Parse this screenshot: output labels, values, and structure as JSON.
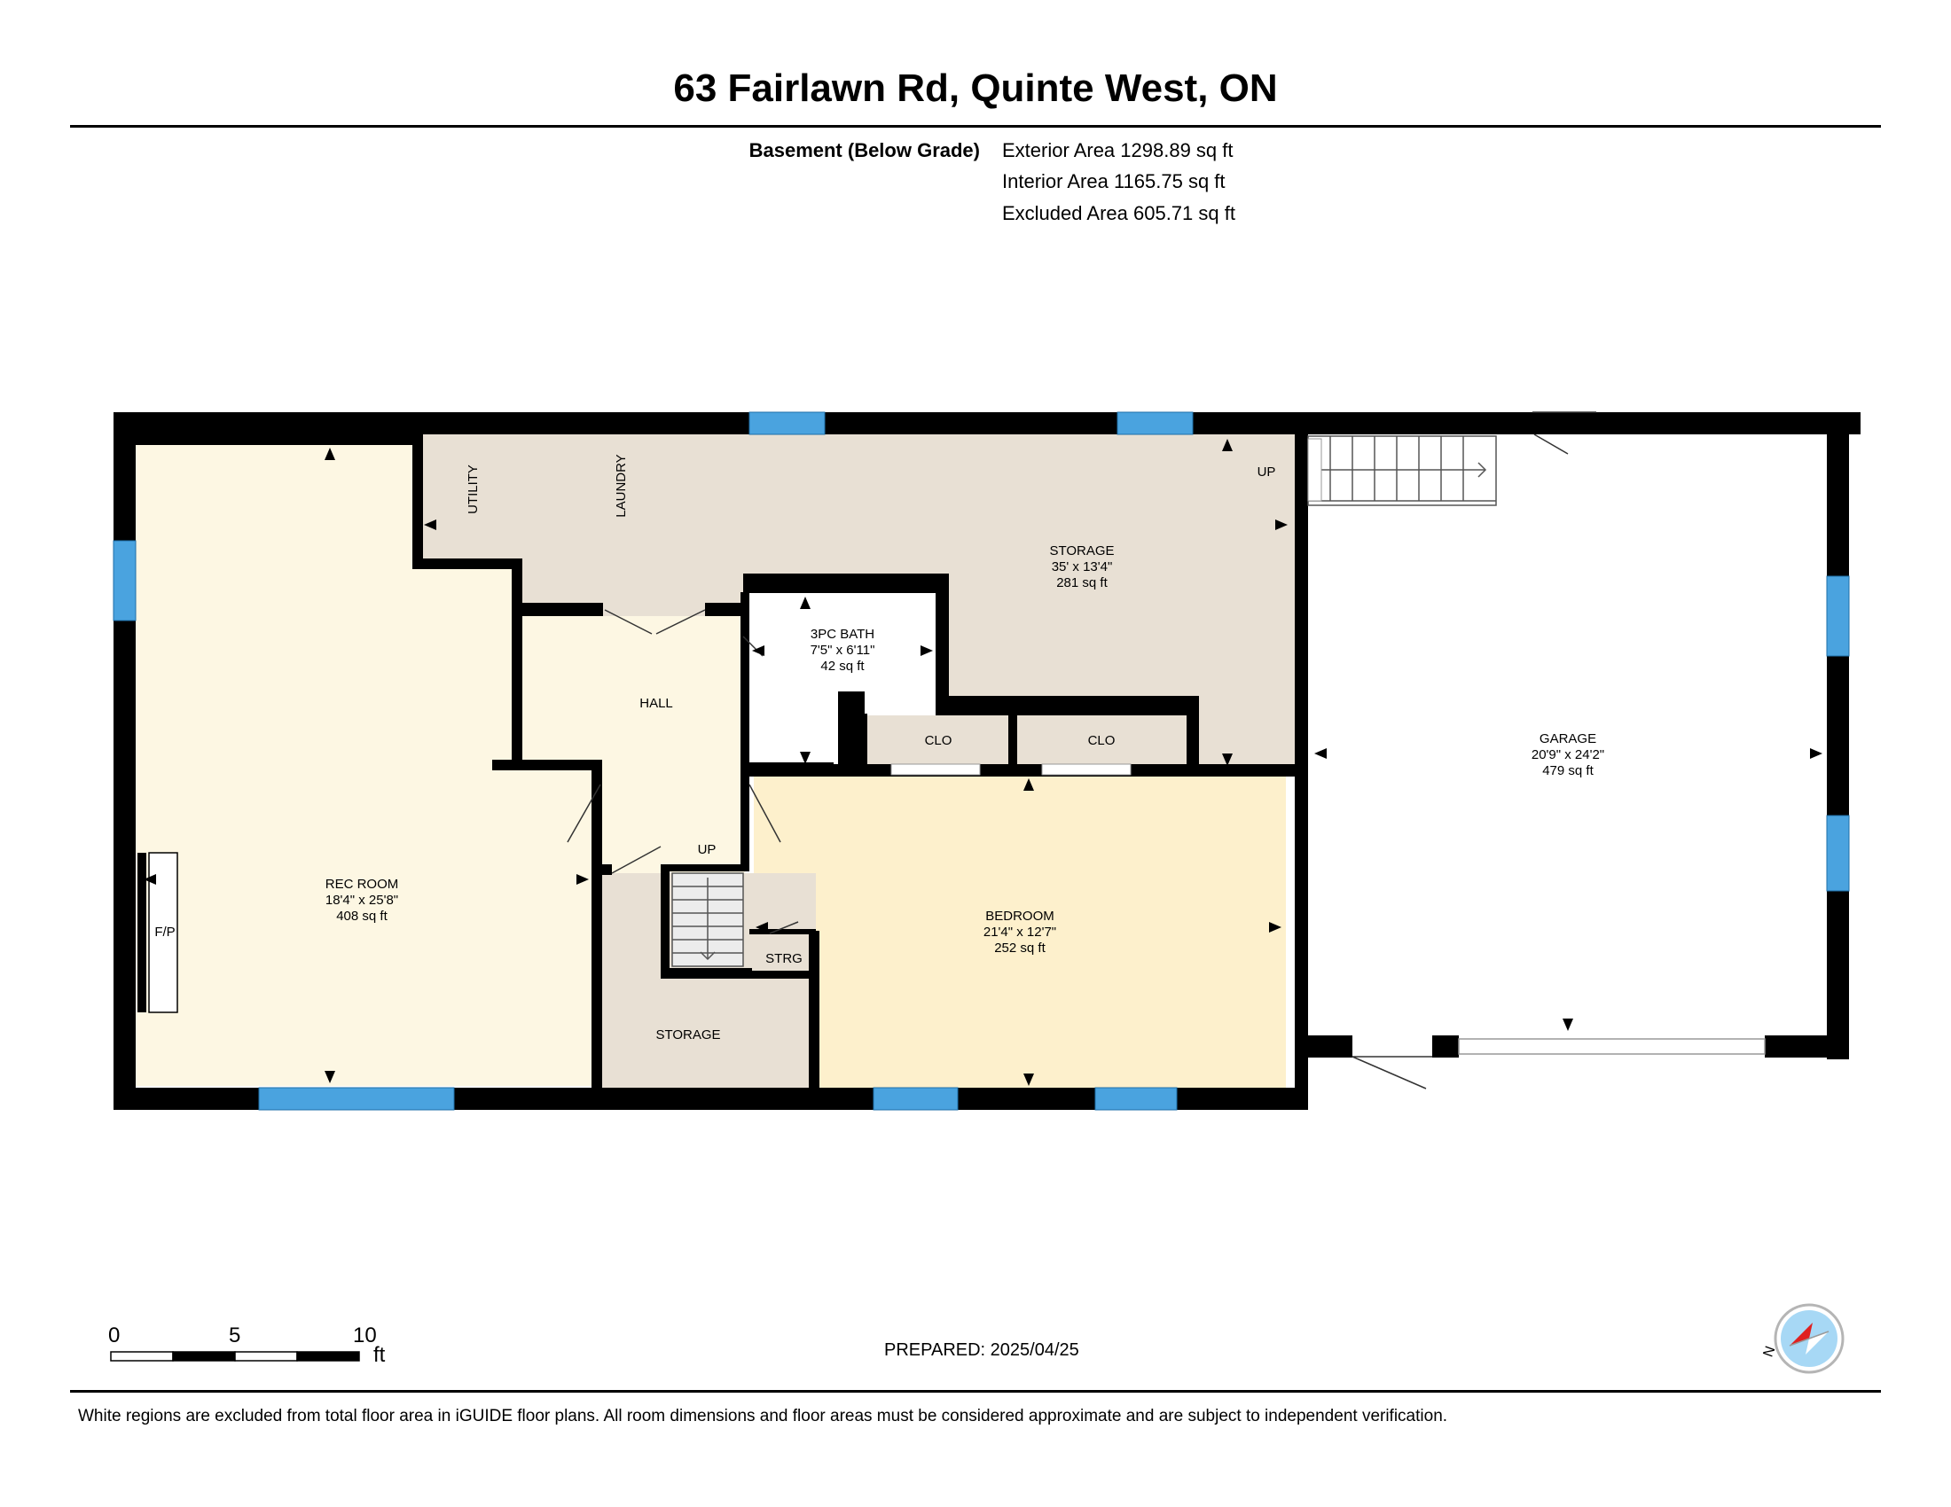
{
  "title": "63 Fairlawn Rd, Quinte West, ON",
  "level": {
    "name": "Basement (Below Grade)",
    "exterior_area": "Exterior Area 1298.89 sq ft",
    "interior_area": "Interior Area 1165.75 sq ft",
    "excluded_area": "Excluded Area 605.71 sq ft"
  },
  "rooms": {
    "rec_room": {
      "name": "REC ROOM",
      "dims": "18'4\" x 25'8\"",
      "area": "408 sq ft"
    },
    "storage_main": {
      "name": "STORAGE",
      "dims": "35' x 13'4\"",
      "area": "281 sq ft"
    },
    "bath": {
      "name": "3PC BATH",
      "dims": "7'5\" x 6'11\"",
      "area": "42 sq ft"
    },
    "hall": {
      "name": "HALL"
    },
    "clo_1": {
      "name": "CLO"
    },
    "clo_2": {
      "name": "CLO"
    },
    "bedroom": {
      "name": "BEDROOM",
      "dims": "21'4\" x 12'7\"",
      "area": "252 sq ft"
    },
    "garage": {
      "name": "GARAGE",
      "dims": "20'9\" x 24'2\"",
      "area": "479 sq ft"
    },
    "storage_small": {
      "name": "STORAGE"
    },
    "strg": {
      "name": "STRG"
    },
    "utility": {
      "name": "UTILITY"
    },
    "laundry": {
      "name": "LAUNDRY"
    },
    "fireplace": {
      "name": "F/P"
    },
    "stairs_up_1": {
      "name": "UP"
    },
    "stairs_up_2": {
      "name": "UP"
    }
  },
  "scale": {
    "zero": "0",
    "five": "5",
    "ten": "10",
    "unit": "ft"
  },
  "compass": {
    "north_label": "N"
  },
  "prepared": "PREPARED: 2025/04/25",
  "disclaimer": "White regions are excluded from total floor area in iGUIDE floor plans. All room dimensions and floor areas must be considered approximate and are subject to independent verification.",
  "colors": {
    "wall": "#000000",
    "window": "#4aa3df",
    "rec_room_fill": "#fdf7e3",
    "hall_fill": "#fdf7e3",
    "bedroom_fill": "#fdf0cc",
    "storage_fill": "#e8e0d4",
    "excluded_fill": "#ffffff",
    "compass_red": "#e02020",
    "compass_blue": "#a7d8f5"
  }
}
